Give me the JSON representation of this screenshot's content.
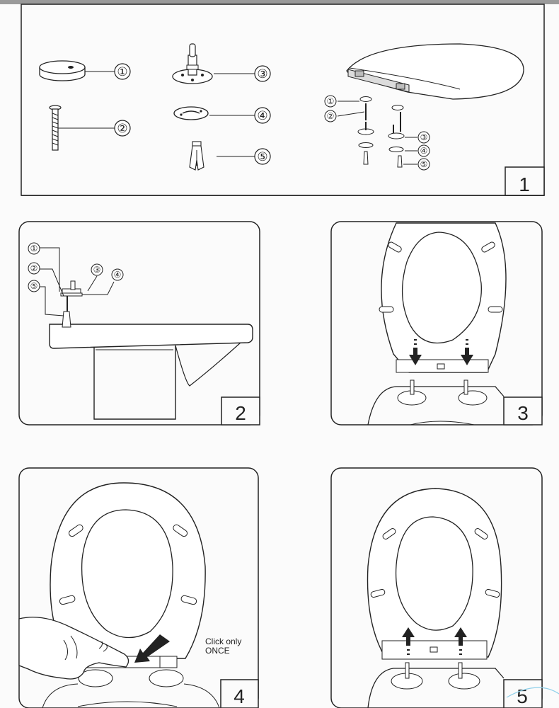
{
  "panels": [
    {
      "number": "1",
      "parts": [
        {
          "callout": "①"
        },
        {
          "callout": "②"
        },
        {
          "callout": "③"
        },
        {
          "callout": "④"
        },
        {
          "callout": "⑤"
        }
      ]
    },
    {
      "number": "2",
      "callouts": [
        "①",
        "②",
        "③",
        "④",
        "⑤"
      ]
    },
    {
      "number": "3"
    },
    {
      "number": "4",
      "note_line1": "Click only",
      "note_line2": "ONCE"
    },
    {
      "number": "5"
    }
  ]
}
